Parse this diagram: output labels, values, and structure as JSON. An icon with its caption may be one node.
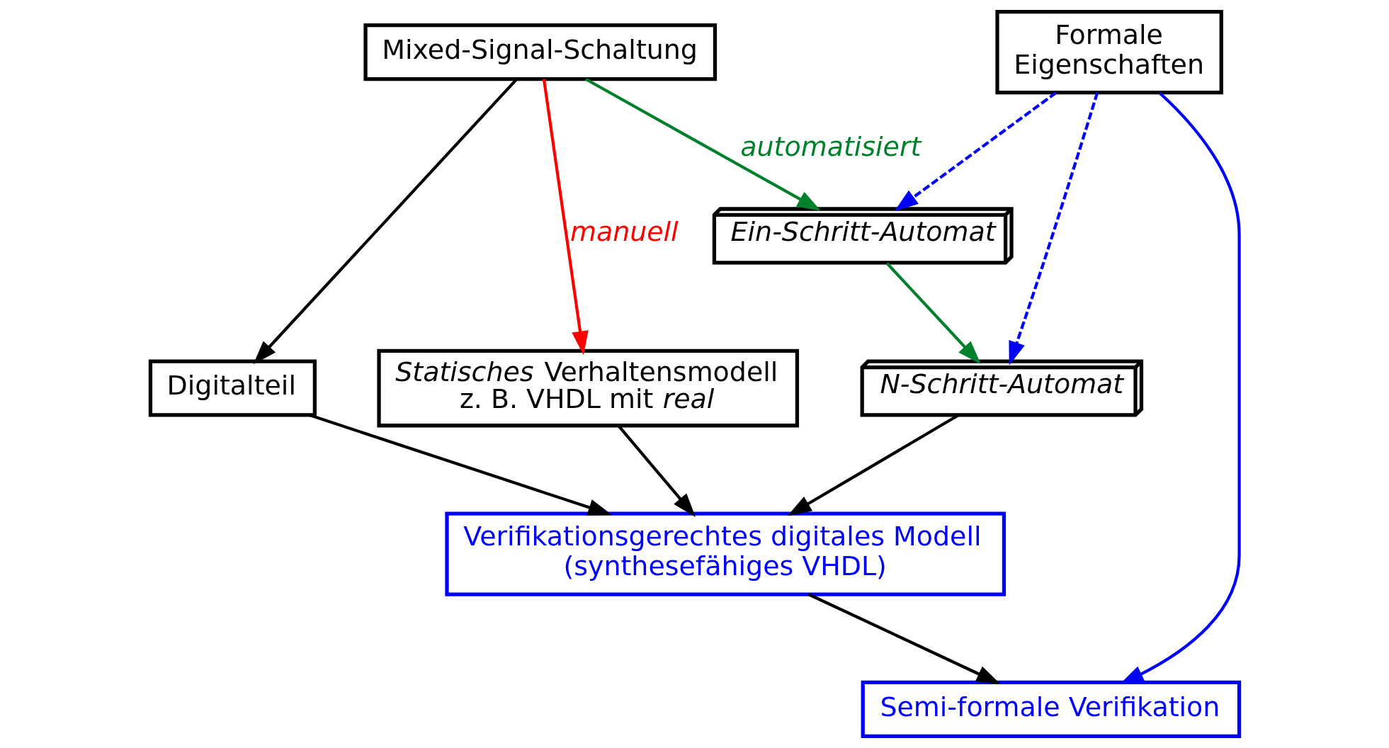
{
  "diagram": {
    "nodes": [
      {
        "text": [
          "Formale Eigenschaften"
        ]
      },
      {
        "text": [
          "Mixed-Signal-Schaltung"
        ]
      },
      {
        "text": [
          "Ein-Schritt-Automat"
        ]
      },
      {
        "text": [
          "N-Schritt-Automat"
        ]
      },
      {
        "text": [
          "Digitalteil"
        ]
      },
      {
        "text": [
          "*Statisches* Verhaltensmodell z. B. VHDL mit *real*"
        ]
      },
      {
        "text": [
          "Verifikationsgerechtes digitales Modell (synthesefähiges VHDL)"
        ]
      },
      {
        "text": [
          "Semi-formale Verifikation"
        ]
      }
    ],
    "edges": [
      {
        "from": 1,
        "to": 2,
        "arrow": "to",
        "label": "automatisiert",
        "color": "#00802b"
      },
      {
        "from": 1,
        "to": 4,
        "arrow": "to"
      },
      {
        "from": 1,
        "to": 5,
        "arrow": "to",
        "label": "manuell",
        "color": "#ff0000"
      },
      {
        "from": 2,
        "to": 3,
        "arrow": "to",
        "color": "#00802b"
      },
      {
        "from": 0,
        "to": 2,
        "arrow": "to",
        "style": "dashed",
        "color": "#0000ff"
      },
      {
        "from": 0,
        "to": 3,
        "arrow": "to",
        "style": "dashed",
        "color": "#0000ff"
      },
      {
        "from": 3,
        "to": 6,
        "arrow": "to"
      },
      {
        "from": 4,
        "to": 6,
        "arrow": "to"
      },
      {
        "from": 5,
        "to": 6,
        "arrow": "to"
      },
      {
        "from": 6,
        "to": 7,
        "arrow": "to"
      },
      {
        "from": 0,
        "to": 7,
        "arrow": "to",
        "color": "#0000ff"
      }
    ]
  }
}
